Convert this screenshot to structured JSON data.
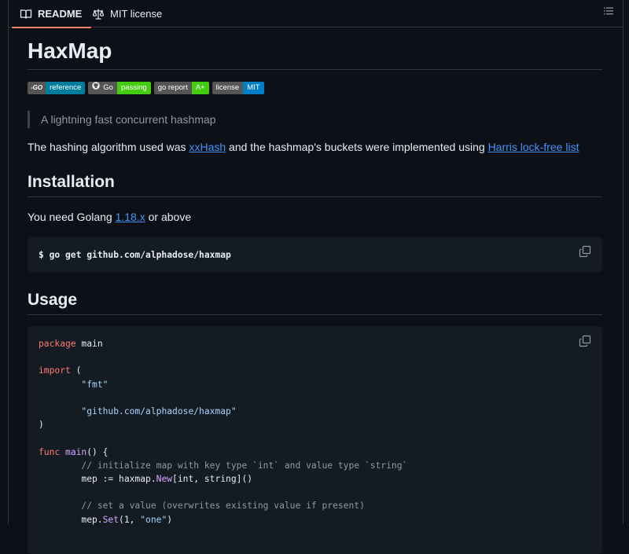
{
  "tabs": [
    {
      "label": "README",
      "icon": "book-icon",
      "active": true
    },
    {
      "label": "MIT license",
      "icon": "law-icon",
      "active": false
    }
  ],
  "readme": {
    "title": "HaxMap",
    "badges": [
      {
        "left": "-GO",
        "right": "reference",
        "right_color": "#007d9c"
      },
      {
        "left": "Go",
        "right": "passing",
        "right_color": "#4c1"
      },
      {
        "left": "go report",
        "right": "A+",
        "right_color": "#4c1"
      },
      {
        "left": "license",
        "right": "MIT",
        "right_color": "#007ec6"
      }
    ],
    "tagline": "A lightning fast concurrent hashmap",
    "intro": {
      "part1": "The hashing algorithm used was ",
      "link1": "xxHash",
      "part2": " and the hashmap's buckets were implemented using ",
      "link2": "Harris lock-free list"
    },
    "installation": {
      "heading": "Installation",
      "text_before": "You need Golang ",
      "version_link": "1.18.x",
      "text_after": " or above",
      "command": "$ go get github.com/alphadose/haxmap"
    },
    "usage": {
      "heading": "Usage",
      "code": {
        "l1_kw": "package",
        "l1_rest": " main",
        "l3_kw": "import",
        "l3_rest": " (",
        "l4_indent": "        ",
        "l4_str": "\"fmt\"",
        "l6_indent": "        ",
        "l6_str": "\"github.com/alphadose/haxmap\"",
        "l7": ")",
        "l9_kw": "func",
        "l9_fn": " main",
        "l9_rest": "() {",
        "l10_indent": "        ",
        "l10_com": "// initialize map with key type `int` and value type `string`",
        "l11_pre": "        mep := haxmap.",
        "l11_fn": "New",
        "l11_rest": "[int, string]()",
        "l13_indent": "        ",
        "l13_com": "// set a value (overwrites existing value if present)",
        "l14_pre": "        mep.",
        "l14_fn": "Set",
        "l14_mid": "(1, ",
        "l14_str": "\"one\"",
        "l14_rest": ")"
      }
    }
  },
  "colors": {
    "background": "#0d1117",
    "border": "#30363d",
    "link": "#4493f8",
    "active_tab_underline": "#f78166",
    "code_background": "#151b23"
  }
}
